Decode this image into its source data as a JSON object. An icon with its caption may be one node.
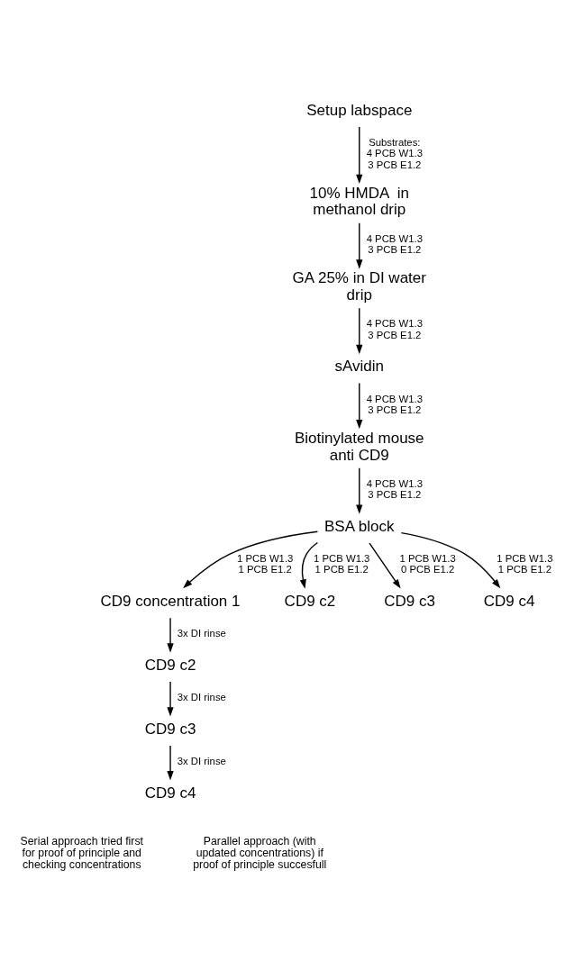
{
  "diagram": {
    "nodes": [
      {
        "text": [
          "Setup labspace"
        ]
      },
      {
        "text": [
          "10% HMDA  in methanol drip"
        ]
      },
      {
        "text": [
          "GA 25% in DI water drip"
        ]
      },
      {
        "text": [
          "sAvidin"
        ]
      },
      {
        "text": [
          "Biotinylated mouse anti CD9"
        ]
      },
      {
        "text": [
          "BSA block"
        ]
      },
      {
        "text": [
          "CD9 concentration 1"
        ]
      },
      {
        "text": [
          "CD9 c2"
        ]
      },
      {
        "text": [
          "CD9 c3"
        ]
      },
      {
        "text": [
          "CD9 c4"
        ]
      },
      {
        "text": [
          "CD9 c2"
        ]
      },
      {
        "text": [
          "CD9 c3"
        ]
      },
      {
        "text": [
          "CD9 c4"
        ]
      }
    ],
    "edges": [
      {
        "from": 0,
        "to": 1,
        "arrow": "to",
        "label": "Substrates: 4 PCB W1.3 3 PCB E1.2"
      },
      {
        "from": 1,
        "to": 2,
        "arrow": "to",
        "label": "4 PCB W1.3 3 PCB E1.2"
      },
      {
        "from": 2,
        "to": 3,
        "arrow": "to",
        "label": "4 PCB W1.3 3 PCB E1.2"
      },
      {
        "from": 3,
        "to": 4,
        "arrow": "to",
        "label": "4 PCB W1.3 3 PCB E1.2"
      },
      {
        "from": 4,
        "to": 5,
        "arrow": "to",
        "label": "4 PCB W1.3 3 PCB E1.2"
      },
      {
        "from": 5,
        "to": 6,
        "arrow": "to",
        "label": "1 PCB W1.3 1 PCB E1.2"
      },
      {
        "from": 5,
        "to": 7,
        "arrow": "to",
        "label": "1 PCB W1.3 1 PCB E1.2"
      },
      {
        "from": 5,
        "to": 8,
        "arrow": "to",
        "label": "1 PCB W1.3 0 PCB E1.2"
      },
      {
        "from": 5,
        "to": 9,
        "arrow": "to",
        "label": "1 PCB W1.3 1 PCB E1.2"
      },
      {
        "from": 6,
        "to": 10,
        "arrow": "to",
        "label": "3x DI rinse"
      },
      {
        "from": 10,
        "to": 11,
        "arrow": "to",
        "label": "3x DI rinse"
      },
      {
        "from": 11,
        "to": 12,
        "arrow": "to",
        "label": "3x DI rinse"
      }
    ],
    "labels": [
      "Serial approach tried first for proof of principle and checking concentrations",
      "Parallel approach (with updated concentrations) if proof of principle succesfull"
    ]
  }
}
